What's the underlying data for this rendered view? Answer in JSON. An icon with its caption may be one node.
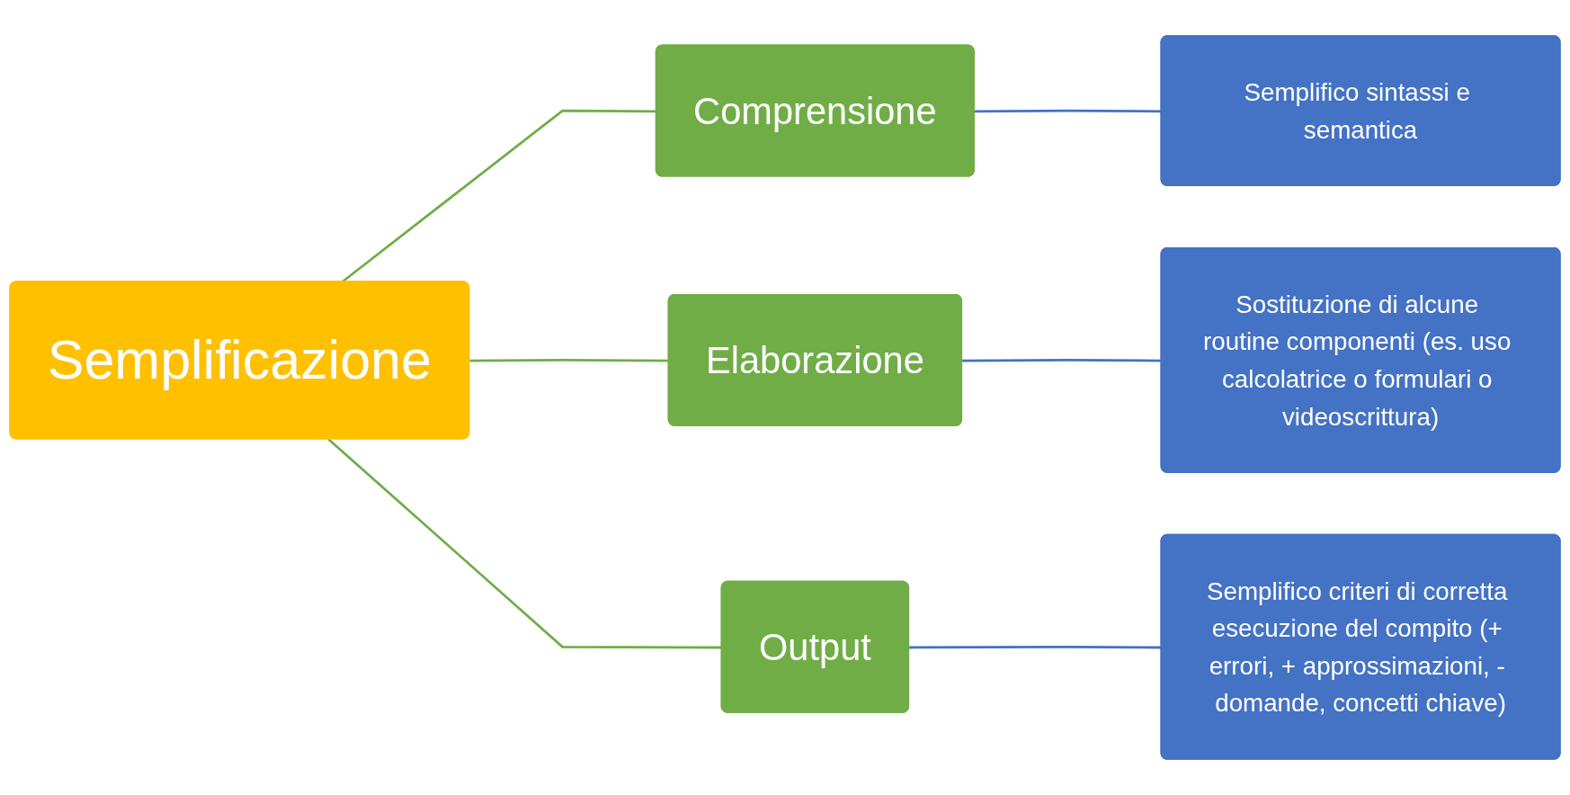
{
  "diagram": {
    "nodes": [
      {
        "text": [
          "Semplificazione"
        ]
      },
      {
        "text": [
          "Comprensione"
        ]
      },
      {
        "text": [
          "Elaborazione"
        ]
      },
      {
        "text": [
          "Output"
        ]
      },
      {
        "text": [
          "Semplifico sintassi e semantica"
        ]
      },
      {
        "text": [
          "Sostituzione di alcune routine componenti (es. uso calcolatrice o formulari o videoscrittura)"
        ]
      },
      {
        "text": [
          "Semplifico criteri di corretta esecuzione del compito (+ errori, + approssimazioni, - domande, concetti chiave)"
        ]
      }
    ],
    "edges": [
      {
        "from": 0,
        "to": 1,
        "arrow": "none"
      },
      {
        "from": 0,
        "to": 2,
        "arrow": "none"
      },
      {
        "from": 0,
        "to": 3,
        "arrow": "none"
      },
      {
        "from": 1,
        "to": 4,
        "arrow": "none",
        "color": "#4472c4"
      },
      {
        "from": 2,
        "to": 5,
        "arrow": "none",
        "color": "#4472c4"
      },
      {
        "from": 3,
        "to": 6,
        "arrow": "none",
        "color": "#4472c4"
      }
    ]
  }
}
